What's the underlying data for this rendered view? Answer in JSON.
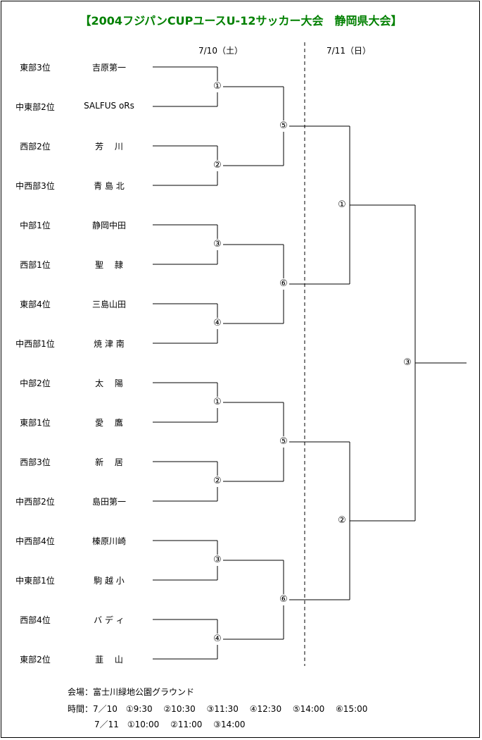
{
  "title": "【2004フジパンCUPユースU-12サッカー大会　静岡県大会】",
  "dates": {
    "day1": "7/10（土）",
    "day2": "7/11（日）"
  },
  "teams": [
    {
      "seed": "東部3位",
      "name": "吉原第一"
    },
    {
      "seed": "中東部2位",
      "name": "SALFUS  oRs"
    },
    {
      "seed": "西部2位",
      "name": "芳　 川"
    },
    {
      "seed": "中西部3位",
      "name": "青 島 北"
    },
    {
      "seed": "中部1位",
      "name": "静岡中田"
    },
    {
      "seed": "西部1位",
      "name": "聖　 隷"
    },
    {
      "seed": "東部4位",
      "name": "三島山田"
    },
    {
      "seed": "中西部1位",
      "name": "焼 津 南"
    },
    {
      "seed": "中部2位",
      "name": "太　 陽"
    },
    {
      "seed": "東部1位",
      "name": "愛　 鷹"
    },
    {
      "seed": "西部3位",
      "name": "新　 居"
    },
    {
      "seed": "中西部2位",
      "name": "島田第一"
    },
    {
      "seed": "中西部4位",
      "name": "榛原川崎"
    },
    {
      "seed": "中東部1位",
      "name": "駒 越 小"
    },
    {
      "seed": "西部4位",
      "name": "バ デ ィ"
    },
    {
      "seed": "東部2位",
      "name": "韮　 山"
    }
  ],
  "round1_labels": [
    "①",
    "②",
    "③",
    "④",
    "①",
    "②",
    "③",
    "④"
  ],
  "round2_labels": [
    "⑤",
    "⑥",
    "⑤",
    "⑥"
  ],
  "round3_labels": [
    "①",
    "②"
  ],
  "final_label": "③",
  "footer": {
    "venue": "会場：富士川緑地公園グラウンド",
    "schedule_day1": "時間：7／10　①9:30　 ②10:30　 ③11:30　 ④12:30　 ⑤14:00　 ⑥15:00",
    "schedule_day2": "7／11　①10:00　 ②11:00　 ③14:00"
  }
}
